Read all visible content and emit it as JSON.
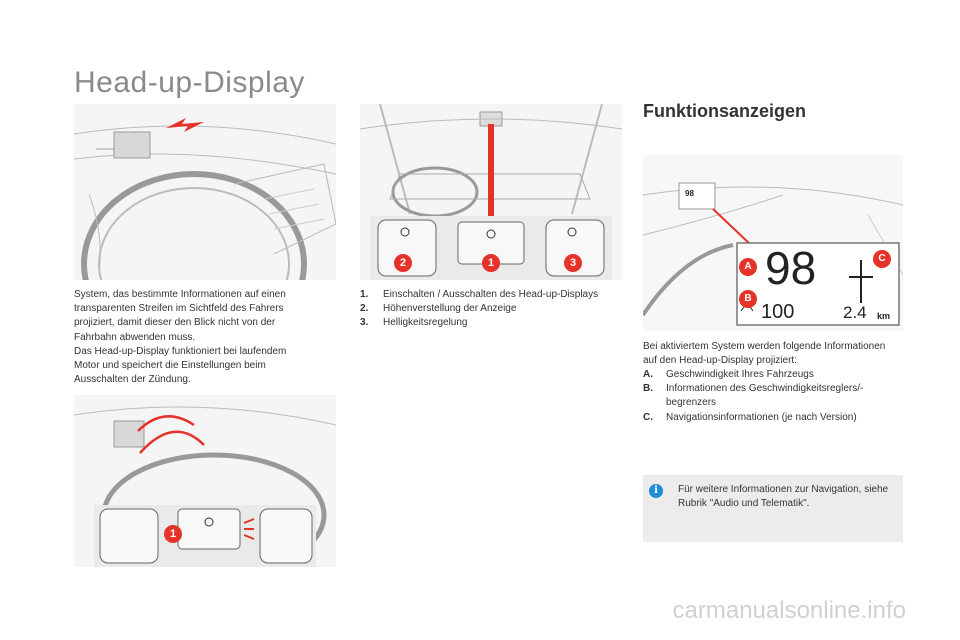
{
  "page": {
    "title": "Head-up-Display",
    "subtitle": "Funktionsanzeigen"
  },
  "left": {
    "description": "System, das bestimmte Informationen auf einen transparenten Streifen im Sichtfeld des Fahrers projiziert, damit dieser den Blick nicht von der Fahrbahn abwenden muss.\nDas Head-up-Display funktioniert bei laufendem Motor und speichert die Einstellungen beim Ausschalten der Zündung."
  },
  "middle": {
    "controls": [
      {
        "key": "1.",
        "text": "Einschalten / Ausschalten des Head-up-Displays"
      },
      {
        "key": "2.",
        "text": "Höhenverstellung der Anzeige"
      },
      {
        "key": "3.",
        "text": "Helligkeitsregelung"
      }
    ],
    "callouts": [
      "2",
      "1",
      "3"
    ]
  },
  "bottom_image": {
    "callout": "1"
  },
  "right": {
    "intro": "Bei aktiviertem System werden folgende Informationen auf den Head-up-Display projiziert:",
    "items": [
      {
        "key": "A.",
        "text": "Geschwindigkeit Ihres Fahrzeugs"
      },
      {
        "key": "B.",
        "text": "Informationen des Geschwindigkeitsreglers/-begrenzers"
      },
      {
        "key": "C.",
        "text": "Navigationsinformationen (je nach Version)"
      }
    ],
    "display": {
      "speed": "98",
      "cruise": "100",
      "distance": "2.4",
      "distance_unit": "km",
      "mini_speed": "98",
      "labels": [
        "A",
        "B",
        "C"
      ]
    }
  },
  "info": {
    "text": "Für weitere Informationen zur Navigation, siehe Rubrik \"Audio und Telematik\"."
  },
  "watermark": "carmanualsonline.info",
  "colors": {
    "accent_red": "#e5332a",
    "info_blue": "#1f8ed6",
    "box_gray": "#ececec"
  }
}
